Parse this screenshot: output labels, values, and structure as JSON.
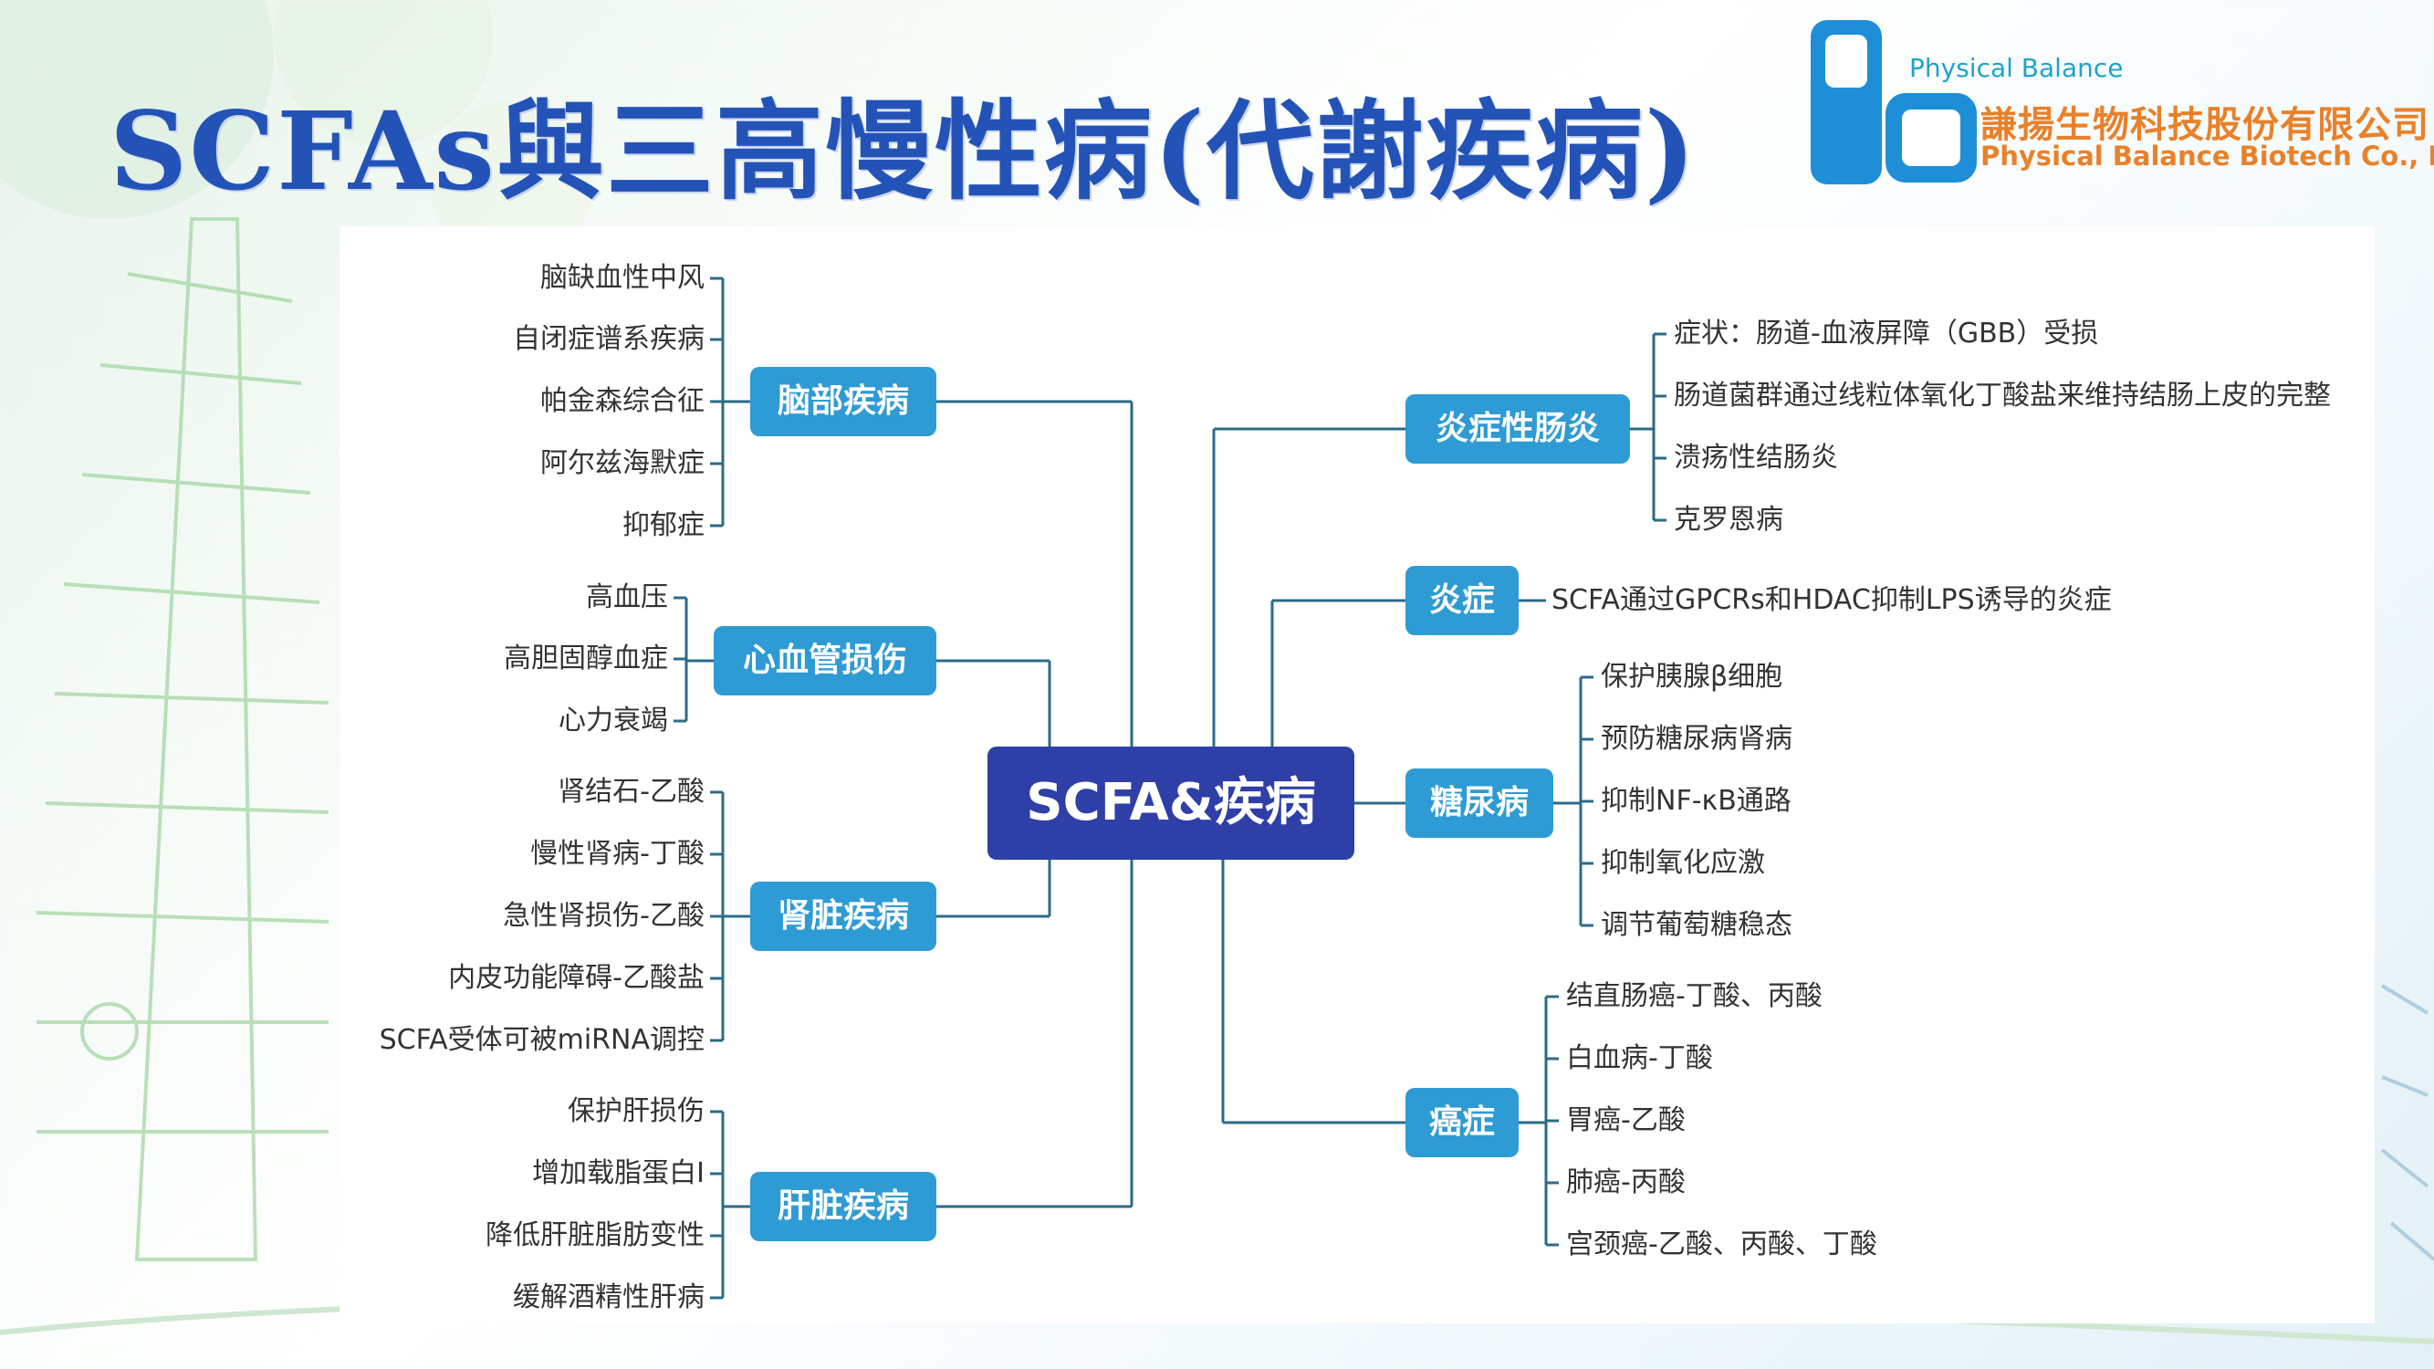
{
  "title": "SCFAs與三高慢性病(代謝疾病)",
  "logo": {
    "small": "Physical Balance",
    "cn": "謙揚生物科技股份有限公司",
    "en": "Physical Balance Biotech Co., Ltd."
  },
  "center": "SCFA&疾病",
  "left": [
    {
      "label": "脑部疾病",
      "items": [
        "脑缺血性中风",
        "自闭症谱系疾病",
        "帕金森综合征",
        "阿尔兹海默症",
        "抑郁症"
      ]
    },
    {
      "label": "心血管损伤",
      "items": [
        "高血压",
        "高胆固醇血症",
        "心力衰竭"
      ]
    },
    {
      "label": "肾脏疾病",
      "items": [
        "肾结石-乙酸",
        "慢性肾病-丁酸",
        "急性肾损伤-乙酸",
        "内皮功能障碍-乙酸盐",
        "SCFA受体可被miRNA调控"
      ]
    },
    {
      "label": "肝脏疾病",
      "items": [
        "保护肝损伤",
        "增加载脂蛋白Ⅰ",
        "降低肝脏脂肪变性",
        "缓解酒精性肝病"
      ]
    }
  ],
  "right": [
    {
      "label": "炎症性肠炎",
      "items": [
        "症状：肠道-血液屏障（GBB）受损",
        "肠道菌群通过线粒体氧化丁酸盐来维持结肠上皮的完整",
        "溃疡性结肠炎",
        "克罗恩病"
      ]
    },
    {
      "label": "炎症",
      "items": [
        "SCFA通过GPCRs和HDAC抑制LPS诱导的炎症"
      ]
    },
    {
      "label": "糖尿病",
      "items": [
        "保护胰腺β细胞",
        "预防糖尿病肾病",
        "抑制NF-κB通路",
        "抑制氧化应激",
        "调节葡萄糖稳态"
      ]
    },
    {
      "label": "癌症",
      "items": [
        "结直肠癌-丁酸、丙酸",
        "白血病-丁酸",
        "胃癌-乙酸",
        "肺癌-丙酸",
        "宫颈癌-乙酸、丙酸、丁酸"
      ]
    }
  ],
  "colors": {
    "title": "#2453b8",
    "node": "#2e9bd4",
    "center": "#2f3fa8",
    "line": "#2c6b86",
    "logo_blue": "#1ea3c9",
    "logo_orange": "#e9812a"
  }
}
